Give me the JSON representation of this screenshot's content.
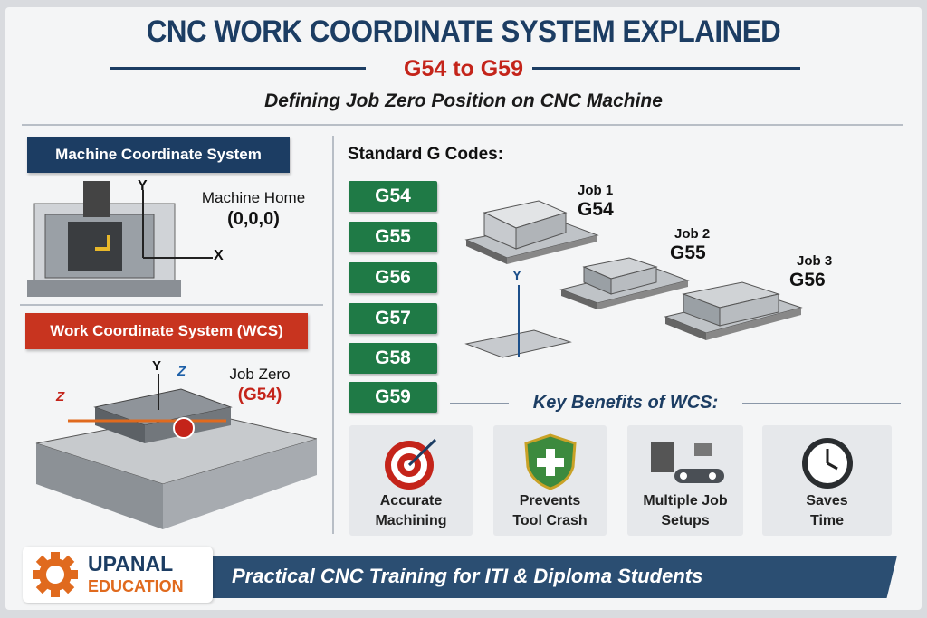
{
  "header": {
    "title": "CNC WORK COORDINATE SYSTEM EXPLAINED",
    "subtitle": "G54 to G59",
    "tagline": "Defining Job Zero Position on CNC Machine"
  },
  "machine": {
    "badge": "Machine Coordinate System",
    "home_label": "Machine Home",
    "home_coords": "(0,0,0)",
    "axis_y": "Y",
    "axis_x": "X"
  },
  "wcs": {
    "badge": "Work Coordinate System (WCS)",
    "job_zero": "Job Zero",
    "job_zero_code": "(G54)",
    "axis_y": "Y",
    "axis_z1": "Z",
    "axis_z2": "Z"
  },
  "gcodes": {
    "heading": "Standard G Codes:",
    "codes": [
      "G54",
      "G55",
      "G56",
      "G57",
      "G58",
      "G59"
    ]
  },
  "jobs": [
    {
      "name": "Job 1",
      "code": "G54"
    },
    {
      "name": "Job 2",
      "code": "G55"
    },
    {
      "name": "Job 3",
      "code": "G56"
    }
  ],
  "jobs_axis": "Y",
  "benefits": {
    "heading": "Key Benefits of WCS:",
    "items": [
      {
        "icon": "target-icon",
        "line1": "Accurate",
        "line2": "Machining"
      },
      {
        "icon": "shield-plus-icon",
        "line1": "Prevents",
        "line2": "Tool Crash"
      },
      {
        "icon": "multiple-setups-icon",
        "line1": "Multiple Job",
        "line2": "Setups"
      },
      {
        "icon": "clock-icon",
        "line1": "Saves",
        "line2": "Time"
      }
    ]
  },
  "footer": {
    "logo_line1": "UPANAL",
    "logo_line2": "EDUCATION",
    "banner": "Practical CNC Training for ITI & Diploma Students"
  },
  "colors": {
    "navy": "#1c3d63",
    "red": "#c4241a",
    "green": "#1f7a46",
    "orange": "#e06a1e"
  }
}
